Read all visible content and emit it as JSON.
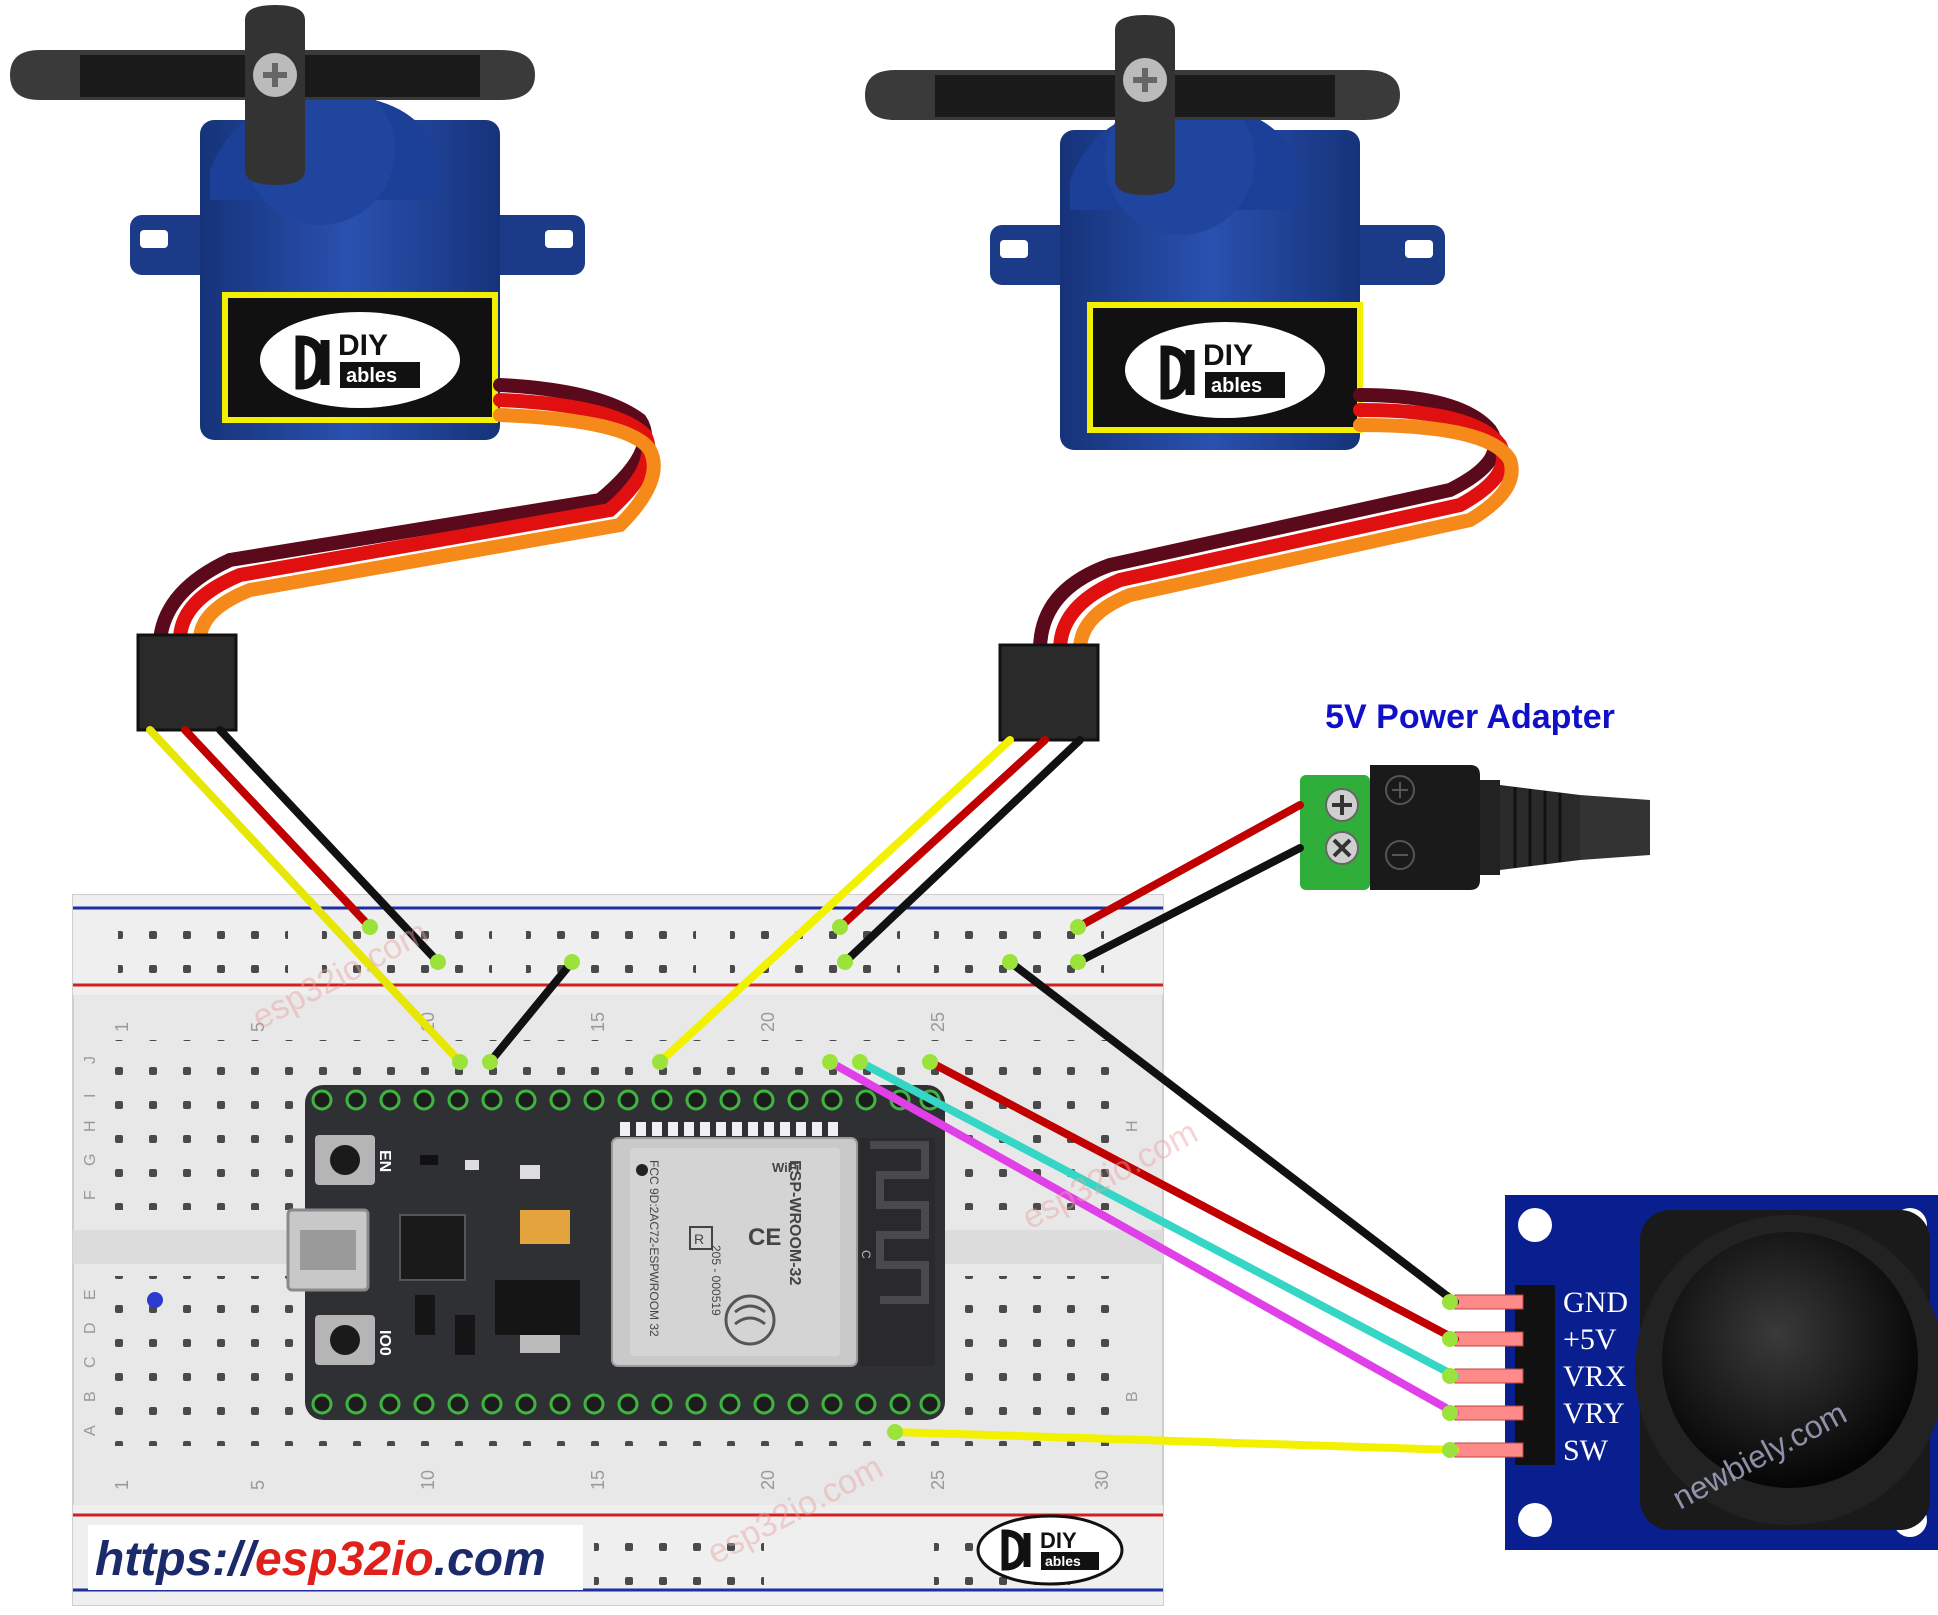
{
  "labels": {
    "adapter_title": "5V Power Adapter",
    "servo_brand_top": "DIY",
    "servo_brand_bottom": "ables",
    "esp_module_name": "ESP-WROOM-32",
    "esp_module_id": "FCC 9D:2AC72-ESPWROOM 32",
    "esp_module_code": "205 - 000519",
    "esp_en": "EN",
    "esp_io0": "IO0",
    "esp_wifi": "WiFi",
    "esp_ce": "CE",
    "esp_r": "R",
    "esp_c": "C",
    "joystick_pins": [
      "GND",
      "+5V",
      "VRX",
      "VRY",
      "SW"
    ],
    "breadboard_cols_top": [
      "1",
      "5",
      "10",
      "15",
      "20",
      "25"
    ],
    "breadboard_cols_bottom": [
      "1",
      "5",
      "10",
      "15",
      "20",
      "25",
      "30"
    ],
    "breadboard_rows_top": [
      "J",
      "I",
      "H",
      "G",
      "F"
    ],
    "breadboard_rows_bottom": [
      "E",
      "D",
      "C",
      "B",
      "A"
    ],
    "url_prefix": "https://",
    "url_brand": "esp32io",
    "url_suffix": ".com",
    "watermark": "esp32io.com",
    "watermark2": "newbiely.com"
  },
  "colors": {
    "wire_red": "#c00000",
    "wire_black": "#111111",
    "wire_yellow": "#f2f200",
    "wire_cyan": "#35d6c6",
    "wire_magenta": "#e040e8",
    "servo_blue": "#1e3f8f",
    "esp_board": "#2f3033",
    "joystick_blue": "#0a1f8f",
    "title_blue": "#1010c8",
    "url_red": "#e0201a",
    "url_blue": "#1a2a6a"
  }
}
